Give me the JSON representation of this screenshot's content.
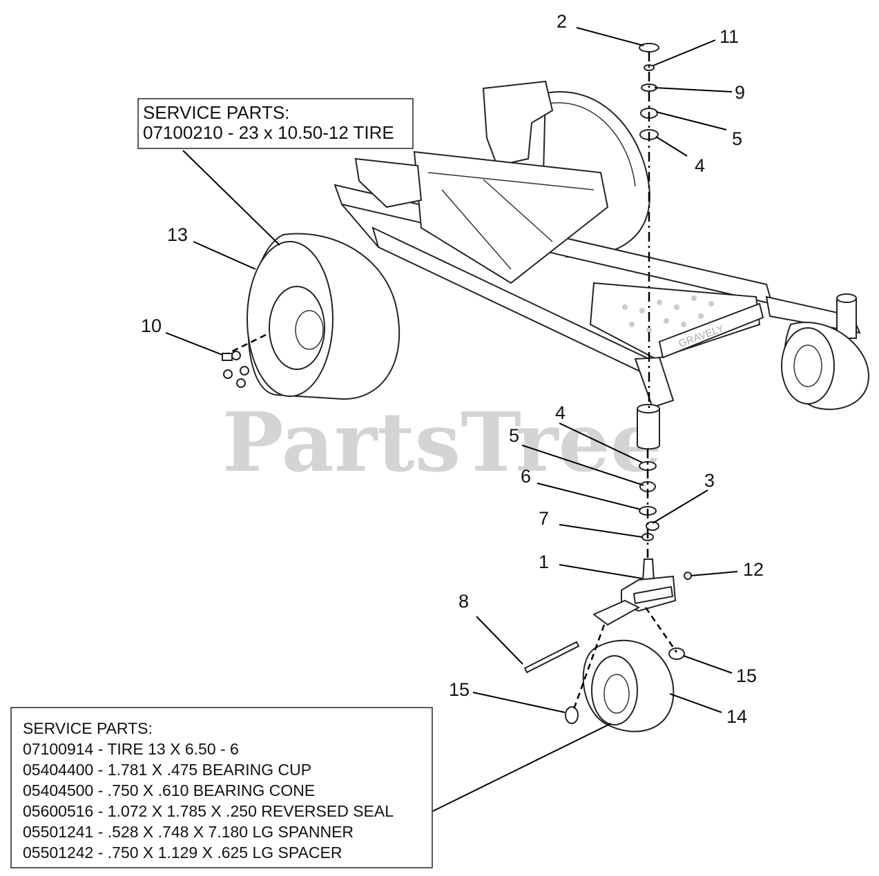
{
  "watermark": "PartsTree",
  "brand_plate": "GRAVELY",
  "service_box_top": {
    "title": "SERVICE PARTS:",
    "lines": [
      "07100210 - 23 x 10.50-12 TIRE"
    ]
  },
  "service_box_bottom": {
    "title": "SERVICE PARTS:",
    "lines": [
      "07100914 - TIRE 13 X 6.50 - 6",
      "05404400 - 1.781 X .475 BEARING CUP",
      "05404500 - .750 X .610 BEARING CONE",
      "05600516 - 1.072 X 1.785 X .250 REVERSED SEAL",
      "05501241 - .528 X .748 X 7.180 LG SPANNER",
      "05501242 - .750 X 1.129 X .625 LG SPACER"
    ]
  },
  "callouts": [
    {
      "id": "c2",
      "label": "2"
    },
    {
      "id": "c11",
      "label": "11"
    },
    {
      "id": "c9",
      "label": "9"
    },
    {
      "id": "c5a",
      "label": "5"
    },
    {
      "id": "c4a",
      "label": "4"
    },
    {
      "id": "c13",
      "label": "13"
    },
    {
      "id": "c10",
      "label": "10"
    },
    {
      "id": "c4b",
      "label": "4"
    },
    {
      "id": "c5b",
      "label": "5"
    },
    {
      "id": "c6",
      "label": "6"
    },
    {
      "id": "c3",
      "label": "3"
    },
    {
      "id": "c7",
      "label": "7"
    },
    {
      "id": "c1",
      "label": "1"
    },
    {
      "id": "c12",
      "label": "12"
    },
    {
      "id": "c8",
      "label": "8"
    },
    {
      "id": "c15a",
      "label": "15"
    },
    {
      "id": "c15b",
      "label": "15"
    },
    {
      "id": "c14",
      "label": "14"
    }
  ]
}
